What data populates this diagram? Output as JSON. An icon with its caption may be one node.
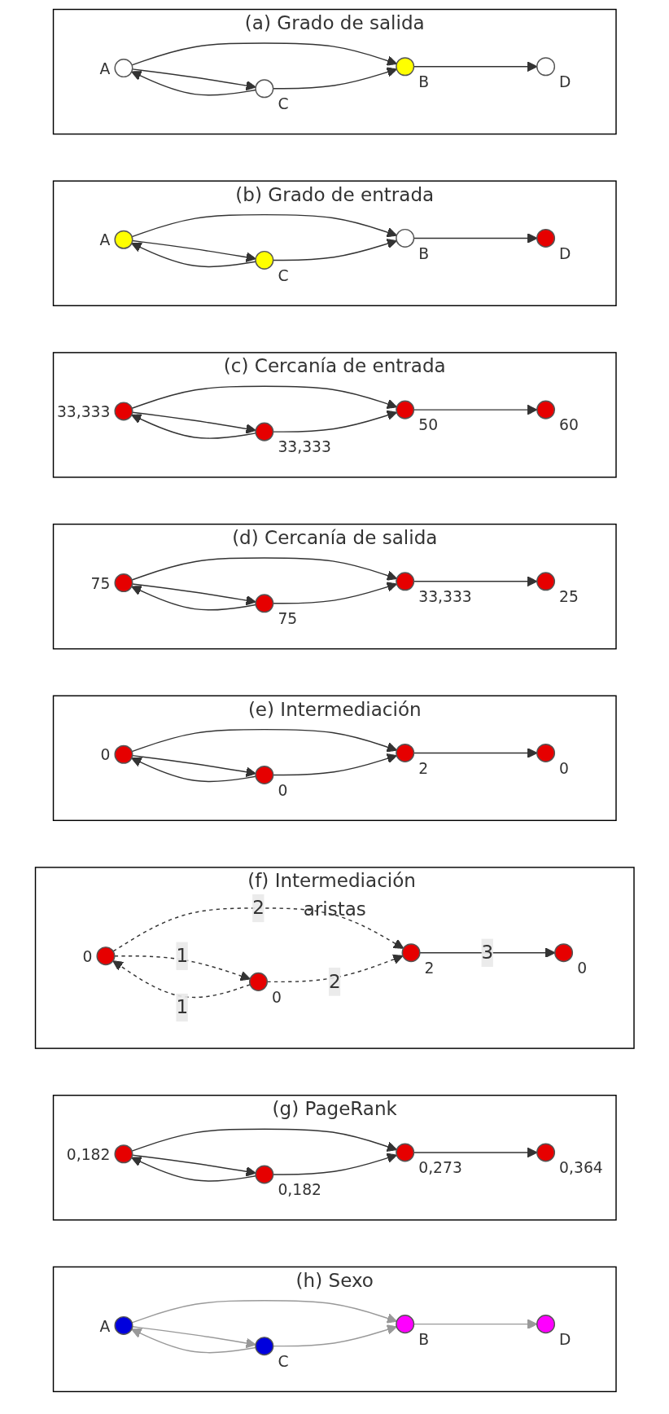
{
  "diagram": {
    "nodes": [
      {
        "text": [
          "(a) Grado de salida"
        ]
      },
      {
        "text": [],
        "shape": "circle",
        "in": 0,
        "beside": [
          "A"
        ]
      },
      {
        "text": [],
        "shape": "circle",
        "in": 0,
        "beside": [
          "B"
        ]
      },
      {
        "text": [],
        "shape": "circle",
        "in": 0,
        "beside": [
          "C"
        ]
      },
      {
        "text": [],
        "shape": "circle",
        "in": 0,
        "beside": [
          "D"
        ]
      },
      {
        "text": [
          "(b) Grado de entrada"
        ]
      },
      {
        "text": [],
        "shape": "circle",
        "in": 5,
        "beside": [
          "A"
        ]
      },
      {
        "text": [],
        "shape": "circle",
        "in": 5,
        "beside": [
          "B"
        ]
      },
      {
        "text": [],
        "shape": "circle",
        "in": 5,
        "beside": [
          "C"
        ]
      },
      {
        "text": [],
        "shape": "circle",
        "in": 5,
        "beside": [
          "D"
        ]
      },
      {
        "text": [
          "(c) Cercanía de entrada"
        ]
      },
      {
        "text": [],
        "shape": "circle",
        "in": 10,
        "beside": [
          "33,333"
        ]
      },
      {
        "text": [],
        "shape": "circle",
        "in": 10,
        "beside": [
          "50"
        ]
      },
      {
        "text": [],
        "shape": "circle",
        "in": 10,
        "beside": [
          "33,333"
        ]
      },
      {
        "text": [],
        "shape": "circle",
        "in": 10,
        "beside": [
          "60"
        ]
      },
      {
        "text": [
          "(d) Cercanía de salida"
        ]
      },
      {
        "text": [],
        "shape": "circle",
        "in": 15,
        "beside": [
          "75"
        ]
      },
      {
        "text": [],
        "shape": "circle",
        "in": 15,
        "beside": [
          "33,333"
        ]
      },
      {
        "text": [],
        "shape": "circle",
        "in": 15,
        "beside": [
          "75"
        ]
      },
      {
        "text": [],
        "shape": "circle",
        "in": 15,
        "beside": [
          "25"
        ]
      },
      {
        "text": [
          "(e) Intermediación"
        ]
      },
      {
        "text": [],
        "shape": "circle",
        "in": 20,
        "beside": [
          "0"
        ]
      },
      {
        "text": [],
        "shape": "circle",
        "in": 20,
        "beside": [
          "2"
        ]
      },
      {
        "text": [],
        "shape": "circle",
        "in": 20,
        "beside": [
          "0"
        ]
      },
      {
        "text": [],
        "shape": "circle",
        "in": 20,
        "beside": [
          "0"
        ]
      },
      {
        "text": [
          "(f) Intermediación aristas"
        ]
      },
      {
        "text": [],
        "shape": "circle",
        "in": 25,
        "beside": [
          "0"
        ]
      },
      {
        "text": [],
        "shape": "circle",
        "in": 25,
        "beside": [
          "2"
        ]
      },
      {
        "text": [],
        "shape": "circle",
        "in": 25,
        "beside": [
          "0"
        ]
      },
      {
        "text": [],
        "shape": "circle",
        "in": 25,
        "beside": [
          "0"
        ]
      },
      {
        "text": [
          "(g) PageRank"
        ]
      },
      {
        "text": [],
        "shape": "circle",
        "in": 30,
        "beside": [
          "0,182"
        ]
      },
      {
        "text": [],
        "shape": "circle",
        "in": 30,
        "beside": [
          "0,273"
        ]
      },
      {
        "text": [],
        "shape": "circle",
        "in": 30,
        "beside": [
          "0,182"
        ]
      },
      {
        "text": [],
        "shape": "circle",
        "in": 30,
        "beside": [
          "0,364"
        ]
      },
      {
        "text": [
          "(h) Sexo"
        ]
      },
      {
        "text": [],
        "shape": "circle",
        "in": 35,
        "beside": [
          "A"
        ]
      },
      {
        "text": [],
        "shape": "circle",
        "in": 35,
        "beside": [
          "B"
        ]
      },
      {
        "text": [],
        "shape": "circle",
        "in": 35,
        "beside": [
          "C"
        ]
      },
      {
        "text": [],
        "shape": "circle",
        "in": 35,
        "beside": [
          "D"
        ]
      }
    ],
    "edges": [
      {
        "from": 1,
        "to": 2,
        "arrow": "to"
      },
      {
        "from": 1,
        "to": 3,
        "arrow": "to"
      },
      {
        "from": 3,
        "to": 1,
        "arrow": "to"
      },
      {
        "from": 3,
        "to": 2,
        "arrow": "to"
      },
      {
        "from": 2,
        "to": 4,
        "arrow": "to"
      },
      {
        "from": 6,
        "to": 7,
        "arrow": "to"
      },
      {
        "from": 6,
        "to": 8,
        "arrow": "to"
      },
      {
        "from": 8,
        "to": 6,
        "arrow": "to"
      },
      {
        "from": 8,
        "to": 7,
        "arrow": "to"
      },
      {
        "from": 7,
        "to": 9,
        "arrow": "to"
      },
      {
        "from": 11,
        "to": 12,
        "arrow": "to"
      },
      {
        "from": 11,
        "to": 13,
        "arrow": "to"
      },
      {
        "from": 13,
        "to": 11,
        "arrow": "to"
      },
      {
        "from": 13,
        "to": 12,
        "arrow": "to"
      },
      {
        "from": 12,
        "to": 14,
        "arrow": "to"
      },
      {
        "from": 16,
        "to": 17,
        "arrow": "to"
      },
      {
        "from": 16,
        "to": 18,
        "arrow": "to"
      },
      {
        "from": 18,
        "to": 16,
        "arrow": "to"
      },
      {
        "from": 18,
        "to": 17,
        "arrow": "to"
      },
      {
        "from": 17,
        "to": 19,
        "arrow": "to"
      },
      {
        "from": 21,
        "to": 22,
        "arrow": "to"
      },
      {
        "from": 21,
        "to": 23,
        "arrow": "to"
      },
      {
        "from": 23,
        "to": 21,
        "arrow": "to"
      },
      {
        "from": 23,
        "to": 22,
        "arrow": "to"
      },
      {
        "from": 22,
        "to": 24,
        "arrow": "to"
      },
      {
        "from": 26,
        "to": 27,
        "arrow": "to",
        "label": "2",
        "style": "dashed"
      },
      {
        "from": 26,
        "to": 28,
        "arrow": "to",
        "label": "1",
        "style": "dashed"
      },
      {
        "from": 28,
        "to": 26,
        "arrow": "to",
        "label": "1",
        "style": "dashed"
      },
      {
        "from": 28,
        "to": 27,
        "arrow": "to",
        "label": "2",
        "style": "dashed"
      },
      {
        "from": 27,
        "to": 29,
        "arrow": "to",
        "label": "3"
      },
      {
        "from": 31,
        "to": 32,
        "arrow": "to"
      },
      {
        "from": 31,
        "to": 33,
        "arrow": "to"
      },
      {
        "from": 33,
        "to": 31,
        "arrow": "to"
      },
      {
        "from": 33,
        "to": 32,
        "arrow": "to"
      },
      {
        "from": 32,
        "to": 34,
        "arrow": "to"
      },
      {
        "from": 36,
        "to": 37,
        "arrow": "to",
        "color": "#999999"
      },
      {
        "from": 36,
        "to": 38,
        "arrow": "to",
        "color": "#999999"
      },
      {
        "from": 38,
        "to": 36,
        "arrow": "to",
        "color": "#999999"
      },
      {
        "from": 38,
        "to": 37,
        "arrow": "to",
        "color": "#999999"
      },
      {
        "from": 37,
        "to": 39,
        "arrow": "to",
        "color": "#999999"
      }
    ]
  }
}
